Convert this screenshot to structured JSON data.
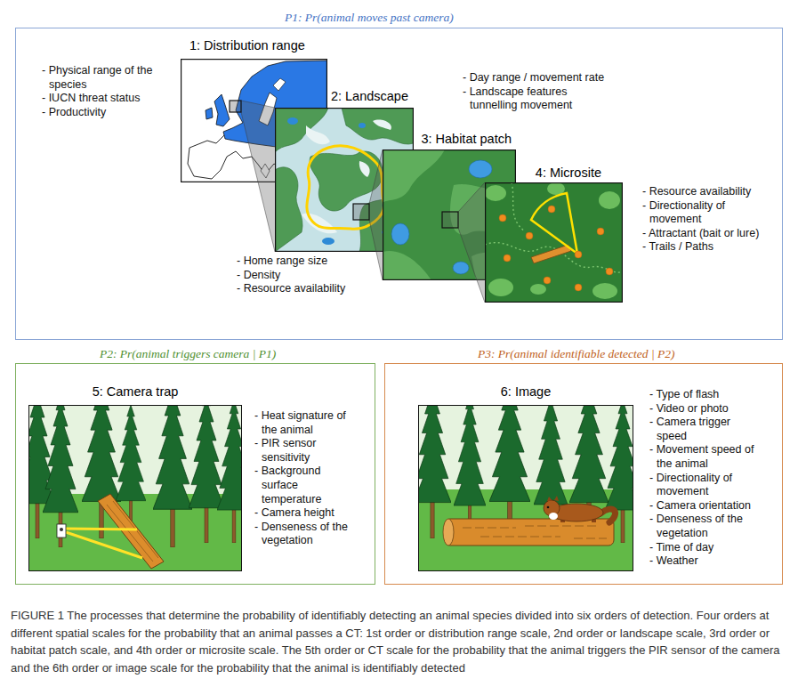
{
  "diagram": {
    "caption": "FIGURE 1 The processes that determine the probability of identifiably detecting an animal species divided into six orders of detection. Four orders at different spatial scales for the probability that an animal passes a CT: 1st order or distribution range scale, 2nd order or landscape scale, 3rd order or habitat patch scale, and 4th order or microsite scale. The 5th order or CT scale for the probability that the animal triggers the PIR sensor of the camera and the 6th order or image scale for the probability that the animal is identifiably detected",
    "nodes": [
      {
        "text": [
          "P1: Pr(animal moves past camera)",
          "- Physical range of the species",
          "- IUCN threat status",
          "- Productivity",
          "- Day range / movement rate",
          "- Landscape features tunnelling movement",
          "- Resource availability",
          "- Directionality of movement",
          "- Attractant (bait or lure)",
          "- Trails / Paths",
          "- Home range size",
          "- Density",
          "- Resource availability"
        ]
      },
      {
        "text": [
          "1: Distribution range"
        ],
        "in": 0
      },
      {
        "text": [
          "2: Landscape"
        ],
        "in": 0
      },
      {
        "text": [
          "3: Habitat patch"
        ],
        "in": 0
      },
      {
        "text": [
          "4: Microsite"
        ],
        "in": 0
      },
      {
        "text": [
          "P2: Pr(animal triggers camera | P1)",
          "- Heat signature of the animal",
          "- PIR sensor sensitivity",
          "- Background surface temperature",
          "- Camera height",
          "- Denseness of the vegetation"
        ]
      },
      {
        "text": [
          "5: Camera trap"
        ],
        "in": 5
      },
      {
        "text": [
          "P3: Pr(animal identifiable detected | P2)",
          "- Type of flash",
          "- Video or photo",
          "- Camera trigger speed",
          "- Movement speed of the animal",
          "- Directionality of movement",
          "- Camera orientation",
          "- Denseness of the vegetation",
          "- Time of day",
          "- Weather"
        ]
      },
      {
        "text": [
          "6: Image"
        ],
        "in": 7
      }
    ],
    "edges": [
      {
        "from": 1,
        "to": 2,
        "arrow": "none"
      },
      {
        "from": 2,
        "to": 3,
        "arrow": "none"
      },
      {
        "from": 3,
        "to": 4,
        "arrow": "none"
      }
    ]
  }
}
